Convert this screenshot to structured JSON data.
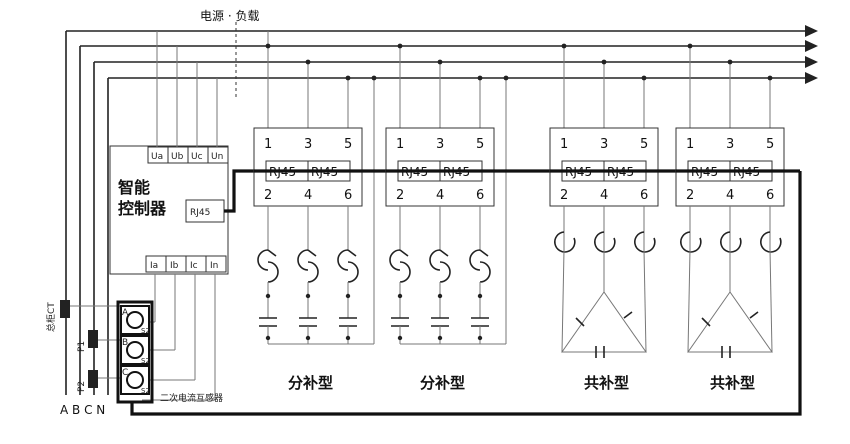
{
  "labels": {
    "source_load": "电源 · 负载",
    "ct_main": "总柜CT",
    "ct_secondary": "二次电流互感器",
    "phases": "A B C N",
    "controller_line1": "智能",
    "controller_line2": "控制器",
    "rj45": "RJ45"
  },
  "controller": {
    "voltage_terms": [
      "Ua",
      "Ub",
      "Uc",
      "Un"
    ],
    "current_terms": [
      "Ia",
      "Ib",
      "Ic",
      "In"
    ]
  },
  "ct": {
    "phases": [
      "A",
      "B",
      "C"
    ],
    "s1": "S1",
    "s2": "S2",
    "p_labels": [
      "P1",
      "P2"
    ]
  },
  "modules": [
    {
      "type": "分补型",
      "kind": "split"
    },
    {
      "type": "分补型",
      "kind": "split"
    },
    {
      "type": "共补型",
      "kind": "common"
    },
    {
      "type": "共补型",
      "kind": "common"
    }
  ],
  "module_pins_top": [
    "1",
    "3",
    "5"
  ],
  "module_pins_bottom": [
    "2",
    "4",
    "6"
  ],
  "colors": {
    "line": "#222222",
    "thin": "#777777"
  }
}
